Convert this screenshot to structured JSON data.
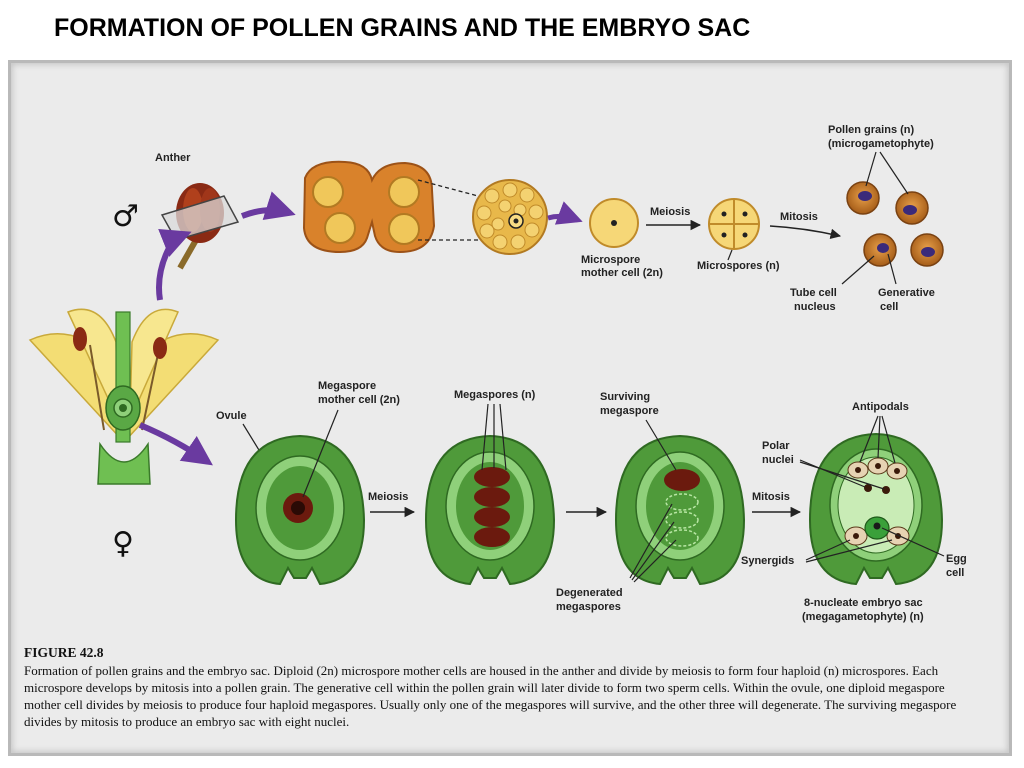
{
  "title": "FORMATION OF POLLEN GRAINS AND THE EMBRYO SAC",
  "symbols": {
    "male": "♂",
    "female": "♀"
  },
  "labels": {
    "anther": "Anther",
    "pollen_grains_1": "Pollen grains (n)",
    "pollen_grains_2": "(microgametophyte)",
    "meiosis_top": "Meiosis",
    "mitosis_top": "Mitosis",
    "microspore_mc_1": "Microspore",
    "microspore_mc_2": "mother cell (2n)",
    "microspores": "Microspores (n)",
    "tube_cell_1": "Tube cell",
    "tube_cell_2": "nucleus",
    "generative_1": "Generative",
    "generative_2": "cell",
    "megaspore_mc_1": "Megaspore",
    "megaspore_mc_2": "mother cell (2n)",
    "megaspores": "Megaspores (n)",
    "surviving_1": "Surviving",
    "surviving_2": "megaspore",
    "antipodals": "Antipodals",
    "ovule": "Ovule",
    "polar_1": "Polar",
    "polar_2": "nuclei",
    "meiosis_bottom": "Meiosis",
    "mitosis_bottom": "Mitosis",
    "synergids": "Synergids",
    "egg_1": "Egg",
    "egg_2": "cell",
    "degenerated_1": "Degenerated",
    "degenerated_2": "megaspores",
    "embryo_sac_1": "8-nucleate embryo sac",
    "embryo_sac_2": "(megagametophyte) (n)"
  },
  "caption": {
    "figure": "FIGURE 42.8",
    "text": "Formation of pollen grains and the embryo sac. Diploid (2n) microspore mother cells are housed in the anther and divide by meiosis to form four haploid (n) microspores. Each microspore develops by mitosis into a pollen grain. The generative cell within the pollen grain will later divide to form two sperm cells. Within the ovule, one diploid megaspore mother cell divides by meiosis to produce four haploid megaspores. Usually only one of the megaspores will survive, and the other three will degenerate. The surviving megaspore divides by mitosis to produce an embryo sac with eight nuclei."
  },
  "colors": {
    "ovule_outer": "#4f9a3a",
    "ovule_inner": "#8fd07a",
    "nucellus": "#2f7d2a",
    "anther": "#d9822b",
    "pollen_sac": "#f0c75a",
    "pollen_grain": "#c77a2a",
    "pollen_nucleus": "#3a2a7a",
    "megaspore": "#6b1a0e",
    "arrow_purple": "#6a3aa0"
  }
}
